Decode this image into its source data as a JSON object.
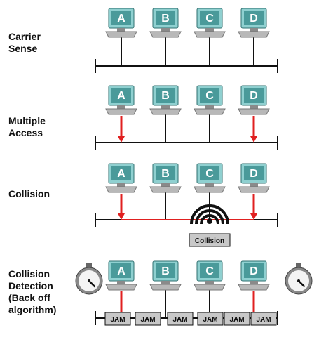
{
  "sections": [
    {
      "id": "carrier-sense",
      "label": "Carrier\nSense"
    },
    {
      "id": "multiple-access",
      "label": "Multiple\nAccess"
    },
    {
      "id": "collision",
      "label": "Collision"
    },
    {
      "id": "collision-detection",
      "label": "Collision\nDetection\n(Back off\nalgorithm)"
    }
  ],
  "computers": [
    "A",
    "B",
    "C",
    "D"
  ],
  "collision_label": "Collision",
  "jam_label": "JAM",
  "colors": {
    "monitor": "#4a9a9a",
    "monitor_light": "#8fd0d0",
    "base": "#b8b8b8",
    "bus": "#111111",
    "signal": "#e02020",
    "collision_box": "#c8c8c8"
  }
}
